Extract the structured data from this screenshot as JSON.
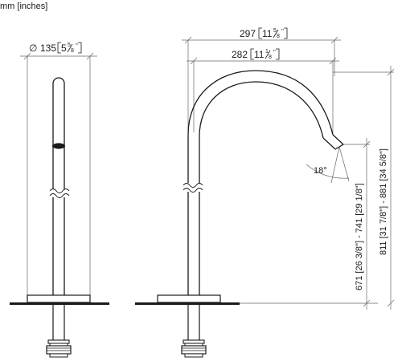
{
  "units_note": "mm [inches]",
  "front_view": {
    "diameter_symbol": "∅",
    "diameter_value": "135",
    "diameter_inch_whole": "5",
    "diameter_inch_frac_num": "5",
    "diameter_inch_frac_den": "8",
    "diameter_inch_mark": "\""
  },
  "side_view": {
    "reach_outer_value": "297",
    "reach_outer_inch_whole": "11",
    "reach_outer_frac_num": "5",
    "reach_outer_frac_den": "8",
    "reach_inner_value": "282",
    "reach_inner_inch_whole": "11",
    "reach_inner_frac_num": "1",
    "reach_inner_frac_den": "8",
    "inch_mark": "\"",
    "angle": "18°",
    "height_range_left": "671 [26 3/8\"] - 741 [29 1/8\"]",
    "height_range_right": "811 [31 7/8\"] - 881 [34 5/8\"]"
  }
}
